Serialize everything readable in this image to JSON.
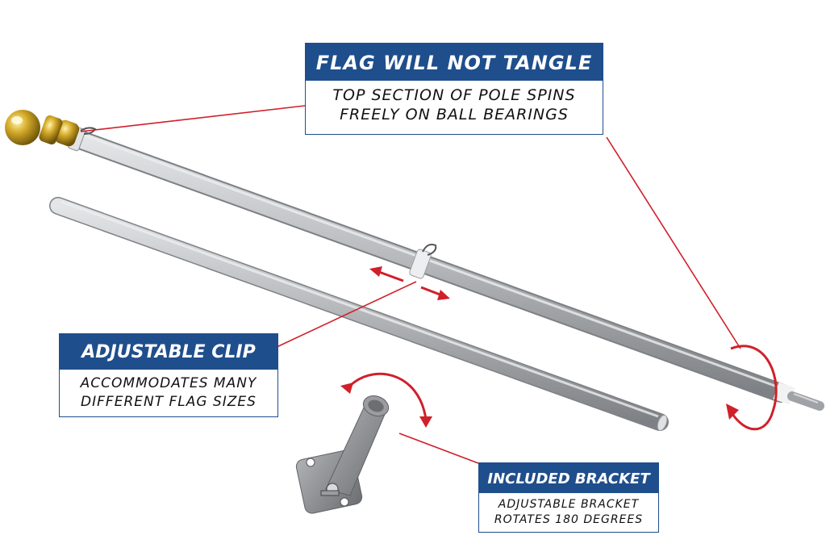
{
  "colors": {
    "callout_header": "#1f4e8c",
    "leader_line": "#d0202a",
    "pole": "#b7b9bc",
    "finial": "#c9a227",
    "bracket": "#8e9093"
  },
  "callouts": {
    "tangle": {
      "title": "FLAG WILL NOT TANGLE",
      "line1": "TOP SECTION OF POLE SPINS",
      "line2": "FREELY ON BALL BEARINGS"
    },
    "clip": {
      "title": "ADJUSTABLE CLIP",
      "line1": "ACCOMMODATES MANY",
      "line2": "DIFFERENT FLAG SIZES"
    },
    "bracket": {
      "title": "INCLUDED BRACKET",
      "line1": "ADJUSTABLE BRACKET",
      "line2": "ROTATES 180 DEGREES"
    }
  }
}
